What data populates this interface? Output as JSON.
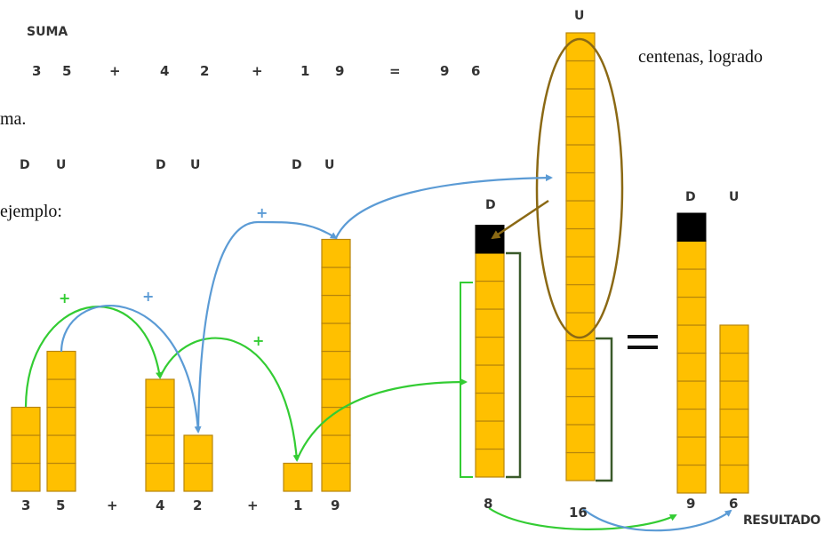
{
  "text": {
    "suma_title": "SUMA",
    "suma_row": [
      "3",
      "5",
      "+",
      "4",
      "2",
      "+",
      "1",
      "9",
      "=",
      "9",
      "6"
    ],
    "du_labels": [
      "D",
      "U",
      "D",
      "U",
      "D",
      "U"
    ],
    "frag_centenas": "centenas, logrado",
    "frag_ma": "ma.",
    "frag_ejemplo": "ejemplo:",
    "u_top": "U",
    "d_mid": "D",
    "d_right": "D",
    "u_right": "U",
    "equals": "=",
    "resultado": "RESULTADO",
    "plus": "+"
  },
  "bottom_labels": [
    "3",
    "5",
    "+",
    "4",
    "2",
    "+",
    "1",
    "9",
    "8",
    "16",
    "9",
    "6"
  ],
  "columns": [
    {
      "id": "col-3",
      "orange": 3,
      "black": 0
    },
    {
      "id": "col-5",
      "orange": 5,
      "black": 0
    },
    {
      "id": "col-4",
      "orange": 4,
      "black": 0
    },
    {
      "id": "col-2",
      "orange": 2,
      "black": 0
    },
    {
      "id": "col-1",
      "orange": 1,
      "black": 0
    },
    {
      "id": "col-9",
      "orange": 9,
      "black": 0
    },
    {
      "id": "col-8",
      "orange": 8,
      "black": 1
    },
    {
      "id": "col-16",
      "orange": 16,
      "black": 0
    },
    {
      "id": "col-9-result",
      "orange": 9,
      "black": 1
    },
    {
      "id": "col-6-result",
      "orange": 6,
      "black": 0
    }
  ],
  "colors": {
    "block_fill": "#ffc000",
    "block_stroke": "#b8860b",
    "black_block": "#000000",
    "green_arrow": "#33cc33",
    "blue_arrow": "#5b9bd5",
    "ellipse": "#8b6914",
    "bracket_dark": "#3a5a2a"
  }
}
